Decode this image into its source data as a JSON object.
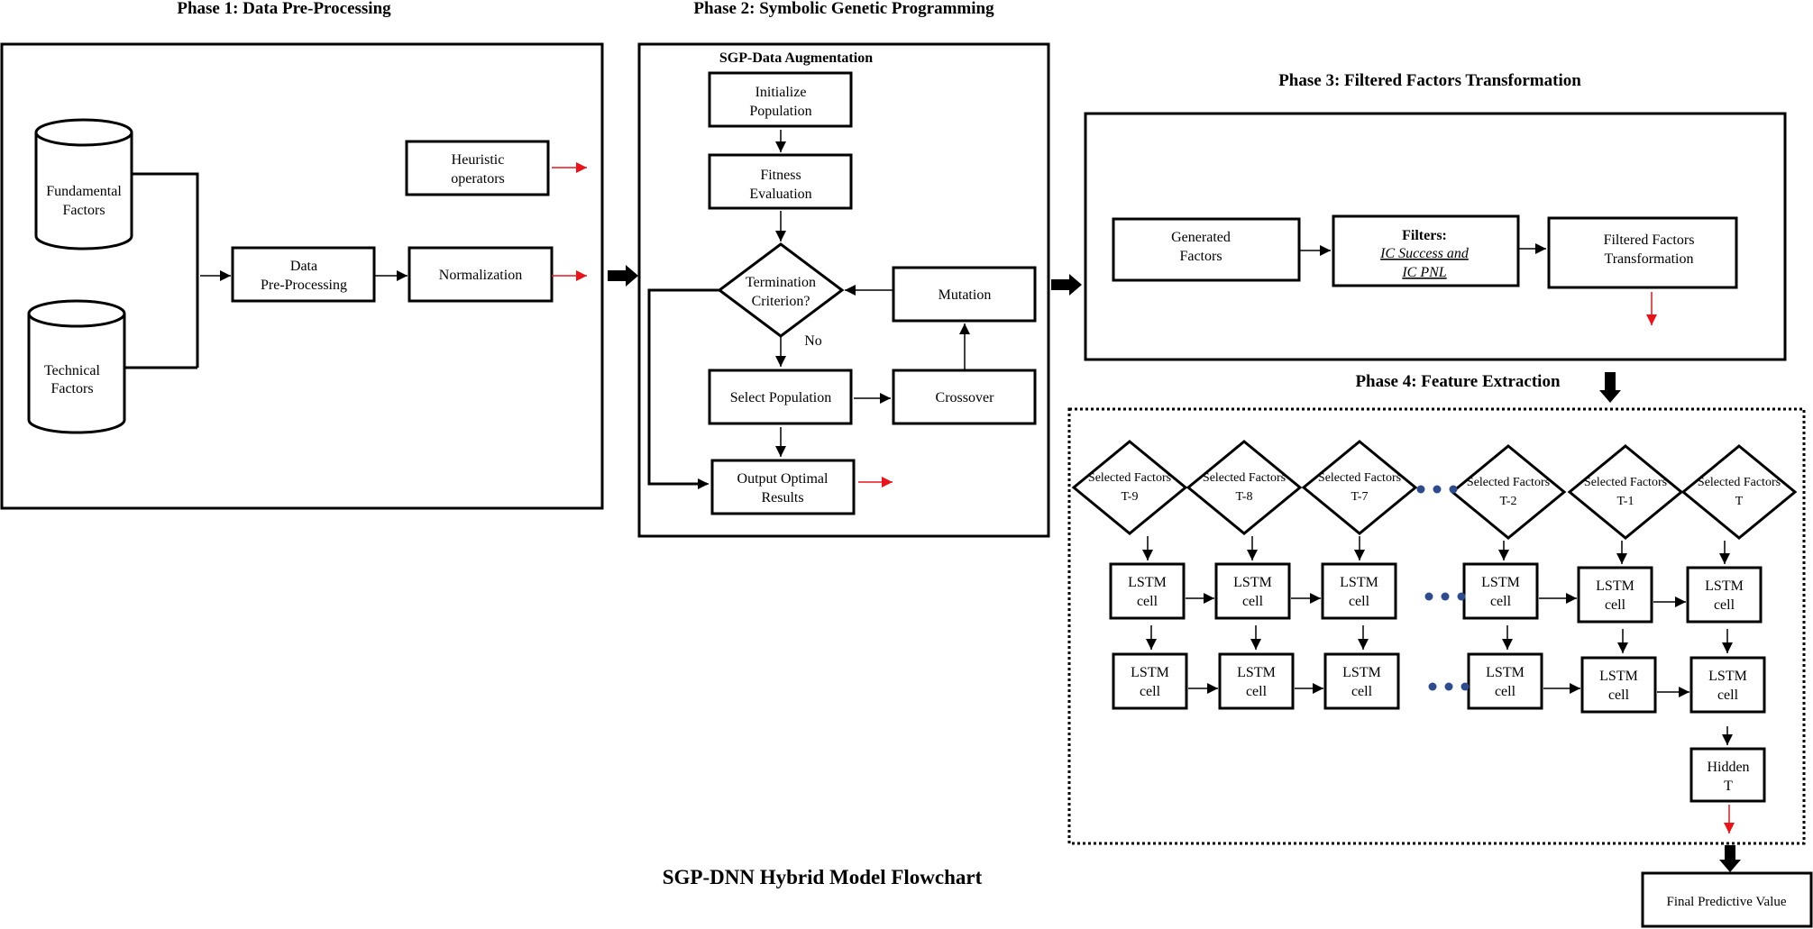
{
  "caption": "SGP-DNN Hybrid Model Flowchart",
  "phase1": {
    "title": "Phase 1: Data Pre-Processing",
    "fundamental": [
      "Fundamental",
      "Factors"
    ],
    "technical": [
      "Technical",
      "Factors"
    ],
    "data_preprocessing": [
      "Data",
      "Pre-Processing"
    ],
    "heuristic": [
      "Heuristic",
      "operators"
    ],
    "normalization": "Normalization"
  },
  "phase2": {
    "title": "Phase 2: Symbolic Genetic Programming",
    "subtitle": "SGP-Data Augmentation",
    "initialize": [
      "Initialize",
      "Population"
    ],
    "fitness": [
      "Fitness",
      "Evaluation"
    ],
    "termination": [
      "Termination",
      "Criterion?"
    ],
    "no_label": "No",
    "mutation": "Mutation",
    "select": "Select Population",
    "crossover": "Crossover",
    "output": [
      "Output Optimal",
      "Results"
    ]
  },
  "phase3": {
    "title": "Phase 3: Filtered Factors Transformation",
    "generated": [
      "Generated",
      "Factors"
    ],
    "filters_title": "Filters:",
    "filters_lines": [
      "IC Success and",
      "IC PNL"
    ],
    "filtered": [
      "Filtered Factors",
      "Transformation"
    ]
  },
  "phase4": {
    "title": "Phase 4: Feature Extraction",
    "selected_label": "Selected Factors",
    "steps": [
      "T-9",
      "T-8",
      "T-7",
      "T-2",
      "T-1",
      "T"
    ],
    "lstm": [
      "LSTM",
      "cell"
    ],
    "hidden": [
      "Hidden",
      "T"
    ]
  },
  "final": "Final Predictive Value",
  "colors": {
    "stroke": "#000000",
    "output_arrow": "#e8141b",
    "dots": "#2e4c8c"
  }
}
